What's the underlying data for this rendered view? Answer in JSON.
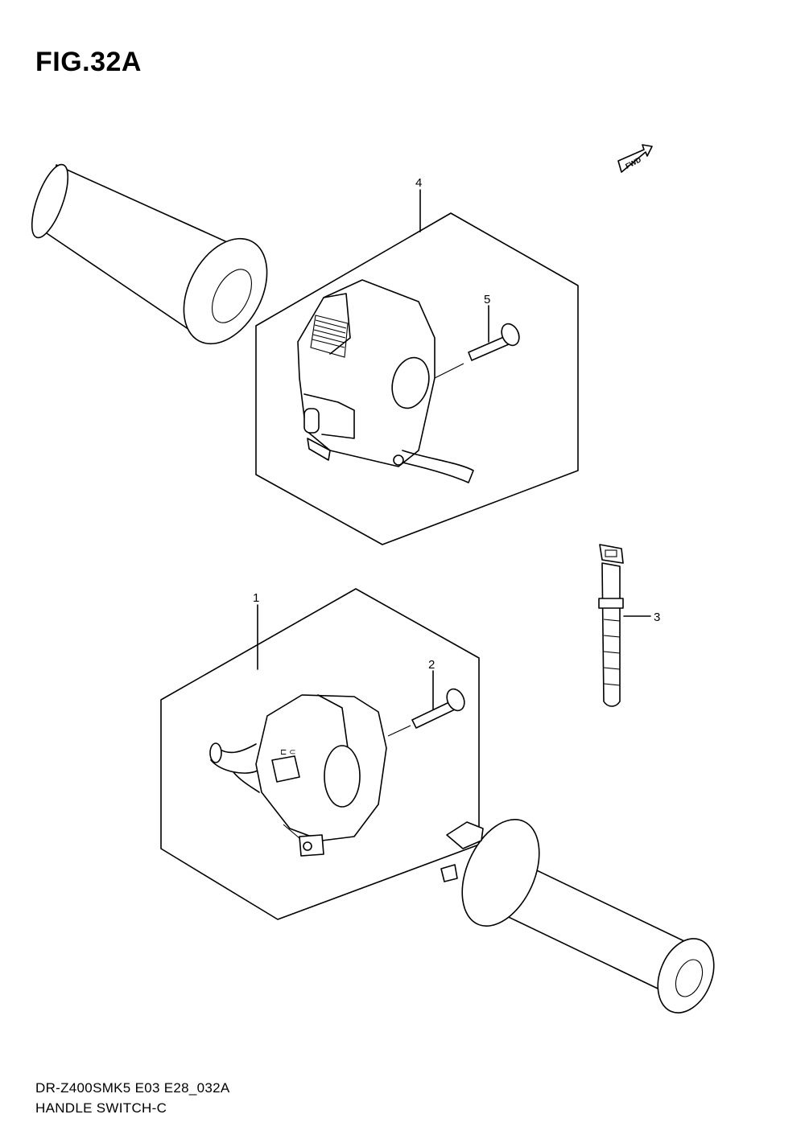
{
  "figure": {
    "title": "FIG.32A",
    "code": "DR-Z400SMK5 E03 E28_032A",
    "name": "HANDLE SWITCH-C",
    "fwd_label": "FWD"
  },
  "callouts": [
    {
      "id": "1",
      "label": "1"
    },
    {
      "id": "2",
      "label": "2"
    },
    {
      "id": "3",
      "label": "3"
    },
    {
      "id": "4",
      "label": "4"
    },
    {
      "id": "5",
      "label": "5"
    }
  ]
}
